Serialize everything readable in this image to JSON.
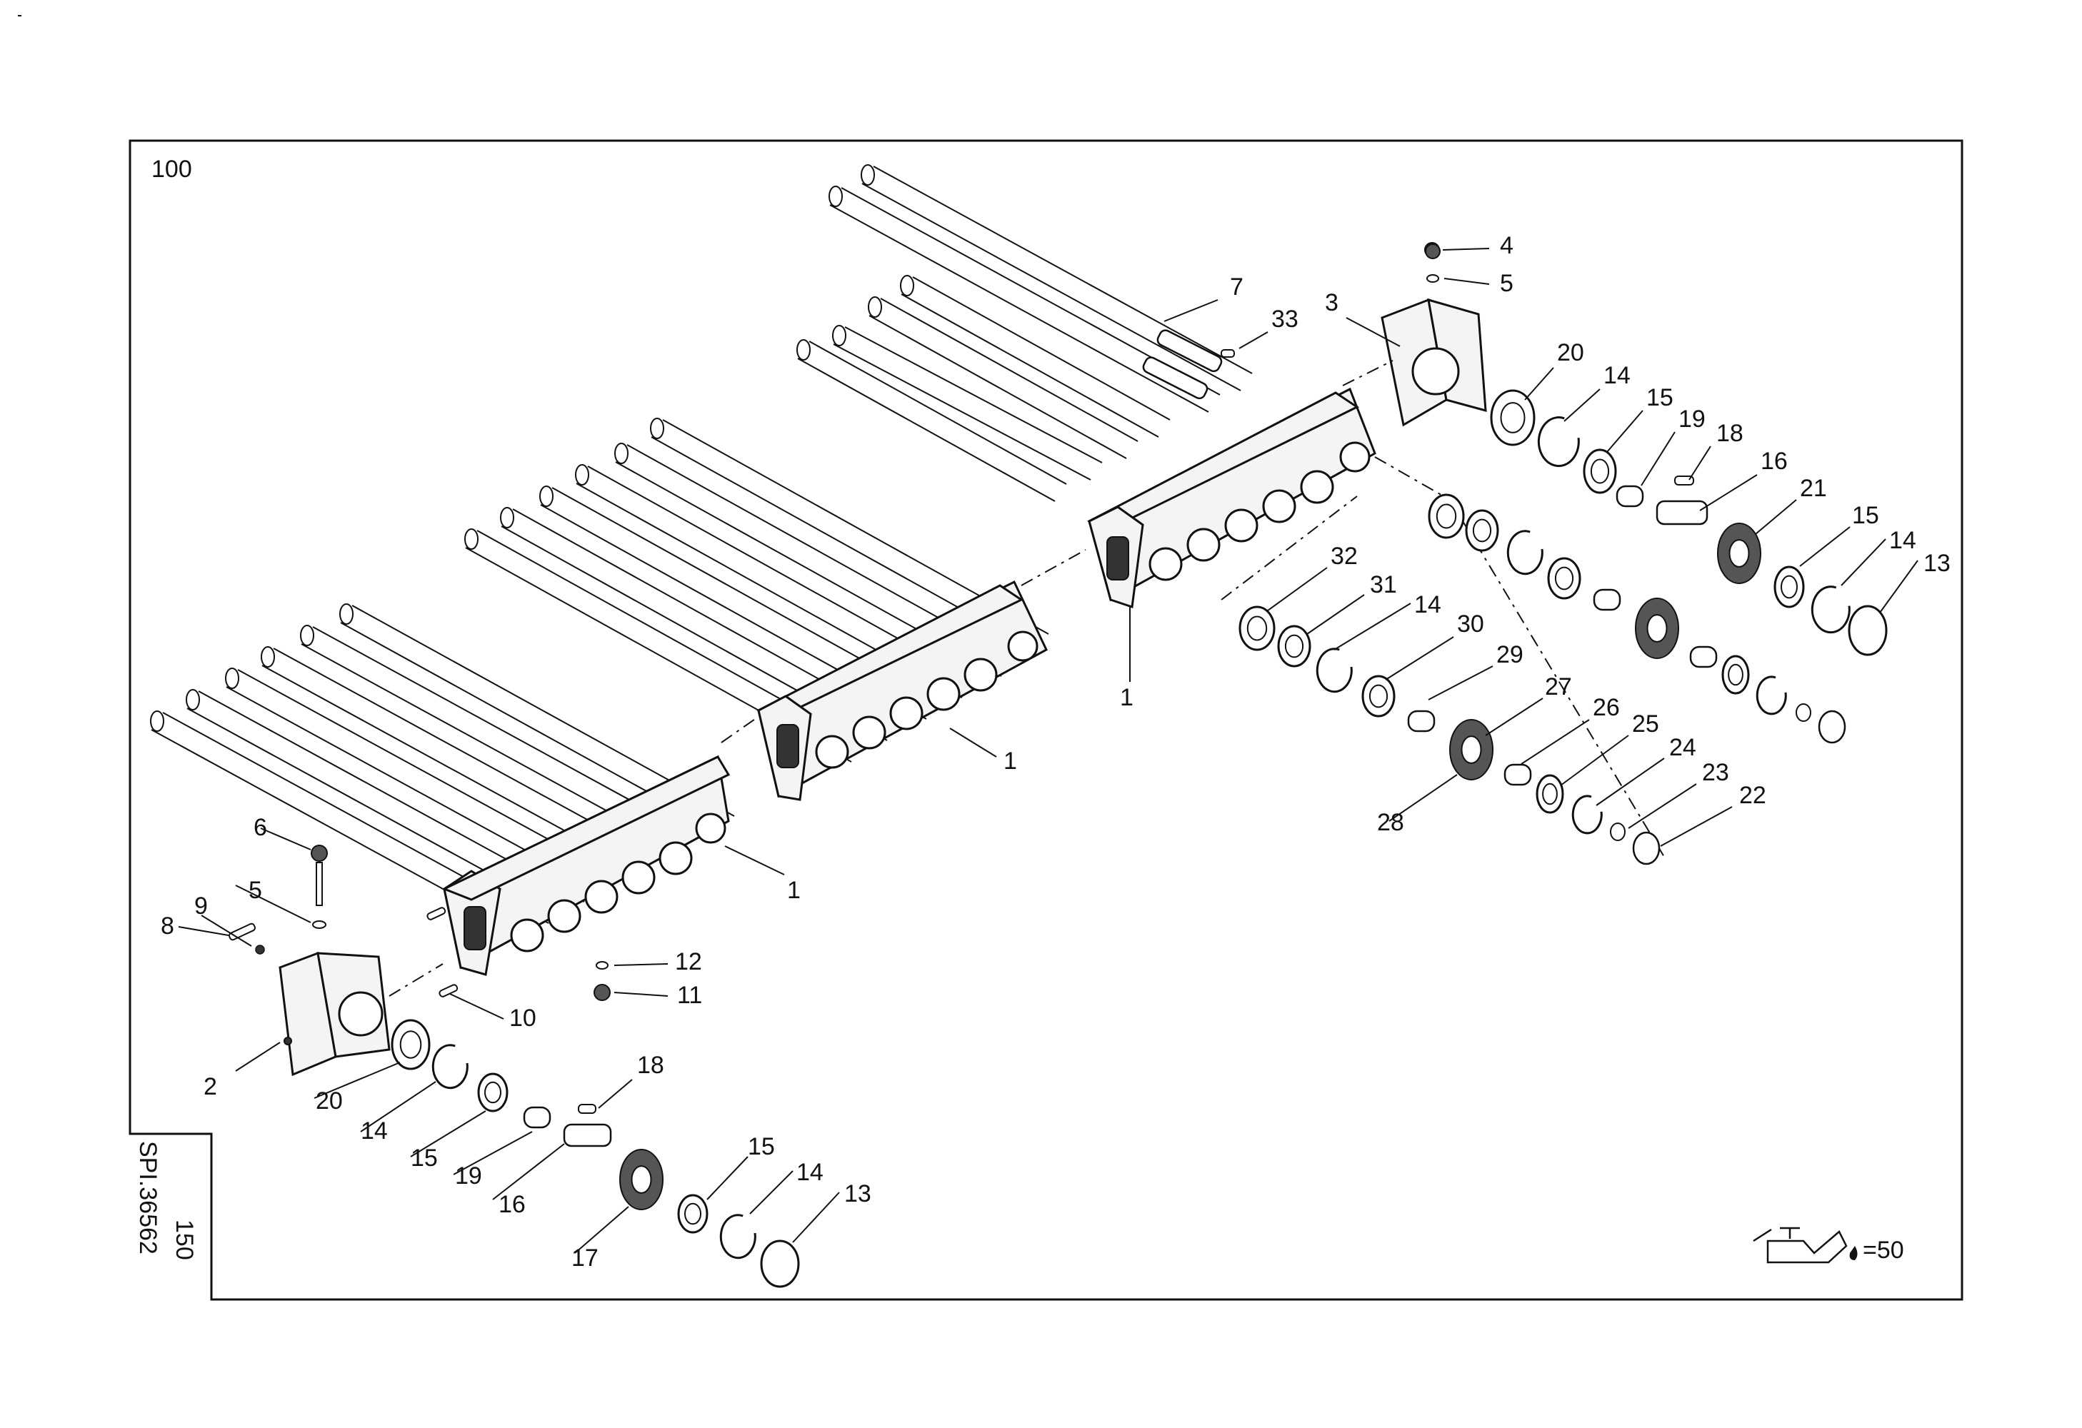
{
  "frame": {
    "page_number": "100",
    "sheet_number": "150",
    "drawing_code": "SPI.36562"
  },
  "oil_symbol": {
    "icon": "oil-can-icon",
    "label": "=50"
  },
  "callouts": {
    "c1a": "1",
    "c1b": "1",
    "c1c": "1",
    "c2": "2",
    "c3": "3",
    "c4": "4",
    "c5a": "5",
    "c5b": "5",
    "c6": "6",
    "c7": "7",
    "c8": "8",
    "c9": "9",
    "c10": "10",
    "c11": "11",
    "c12": "12",
    "c13a": "13",
    "c13b": "13",
    "c14a": "14",
    "c14b": "14",
    "c14c": "14",
    "c14d": "14",
    "c15a": "15",
    "c15b": "15",
    "c15c": "15",
    "c15d": "15",
    "c16a": "16",
    "c16b": "16",
    "c17": "17",
    "c18a": "18",
    "c18b": "18",
    "c19a": "19",
    "c19b": "19",
    "c20a": "20",
    "c20b": "20",
    "c21": "21",
    "c22": "22",
    "c23": "23",
    "c24": "24",
    "c25": "25",
    "c26": "26",
    "c27": "27",
    "c28": "28",
    "c29": "29",
    "c30": "30",
    "c31": "31",
    "c32": "32",
    "c33": "33"
  }
}
